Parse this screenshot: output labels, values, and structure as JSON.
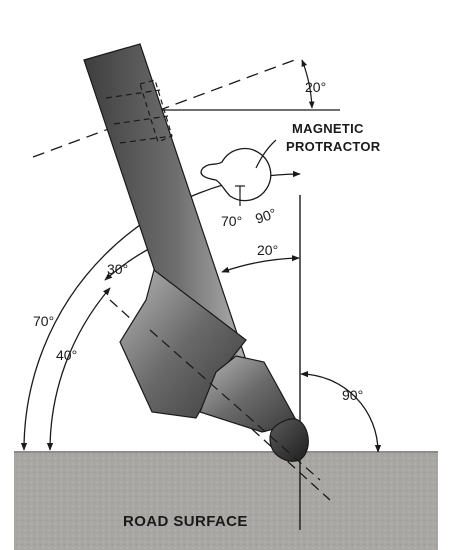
{
  "labels": {
    "angle_top": "20°",
    "magnetic": "MAGNETIC",
    "protractor": "PROTRACTOR",
    "dial_70": "70°",
    "dial_90": "90°",
    "angle_20_mid": "20°",
    "angle_30": "30°",
    "angle_70": "70°",
    "angle_40": "40°",
    "angle_90": "90°",
    "road_surface": "ROAD SURFACE"
  },
  "colors": {
    "road": "#a8a6a2",
    "bit_dark": "#3f3f3f",
    "bit_light": "#9a9a9a",
    "line": "#1a1a1a"
  }
}
